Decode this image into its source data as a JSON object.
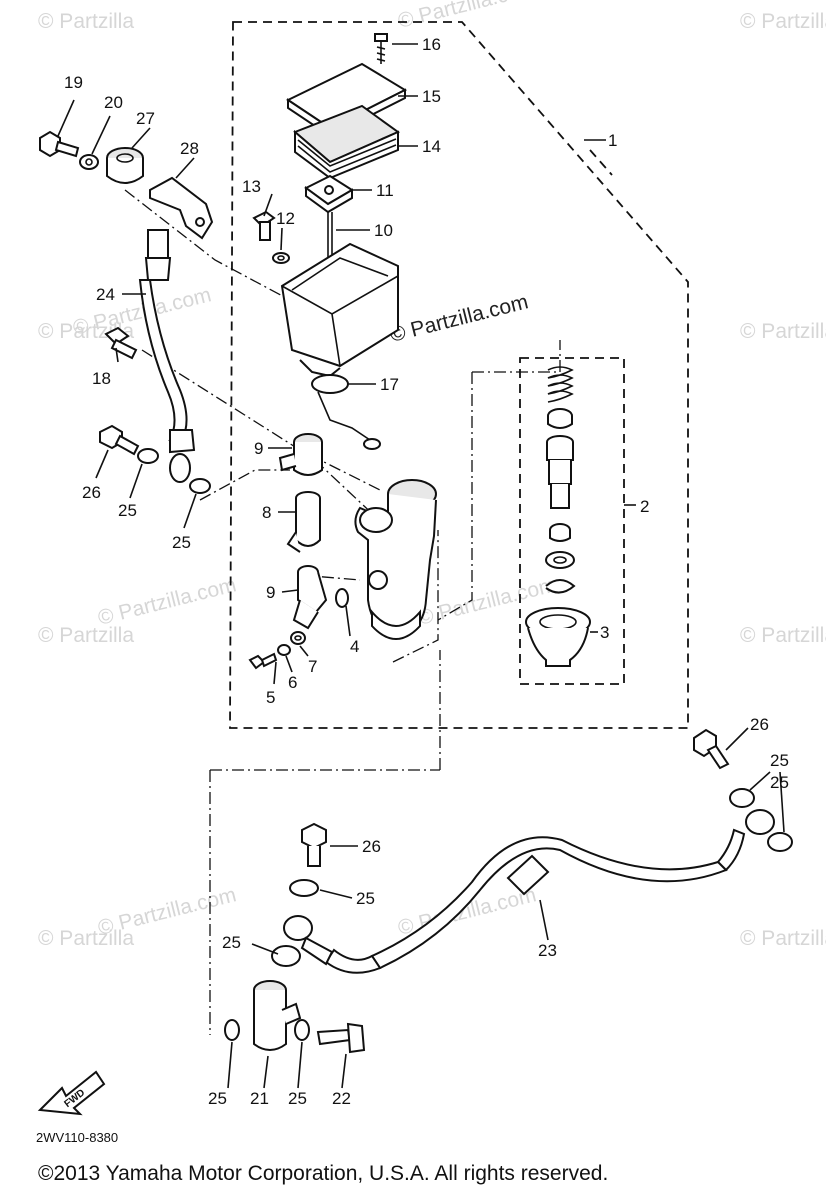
{
  "watermarks": {
    "corner": "© Partzilla",
    "center": "© Partzilla.com",
    "faint": "© Partzilla.com"
  },
  "callouts": [
    "1",
    "2",
    "3",
    "4",
    "5",
    "6",
    "7",
    "8",
    "9",
    "9",
    "10",
    "11",
    "12",
    "13",
    "14",
    "15",
    "16",
    "17",
    "18",
    "19",
    "20",
    "21",
    "22",
    "23",
    "24",
    "25",
    "25",
    "25",
    "25",
    "25",
    "25",
    "25",
    "25",
    "26",
    "26",
    "26",
    "27",
    "28"
  ],
  "diagram_code": "2WV110-8380",
  "fwd_label": "FWD",
  "copyright": "©2013  Yamaha Motor Corporation, U.S.A. All rights reserved."
}
